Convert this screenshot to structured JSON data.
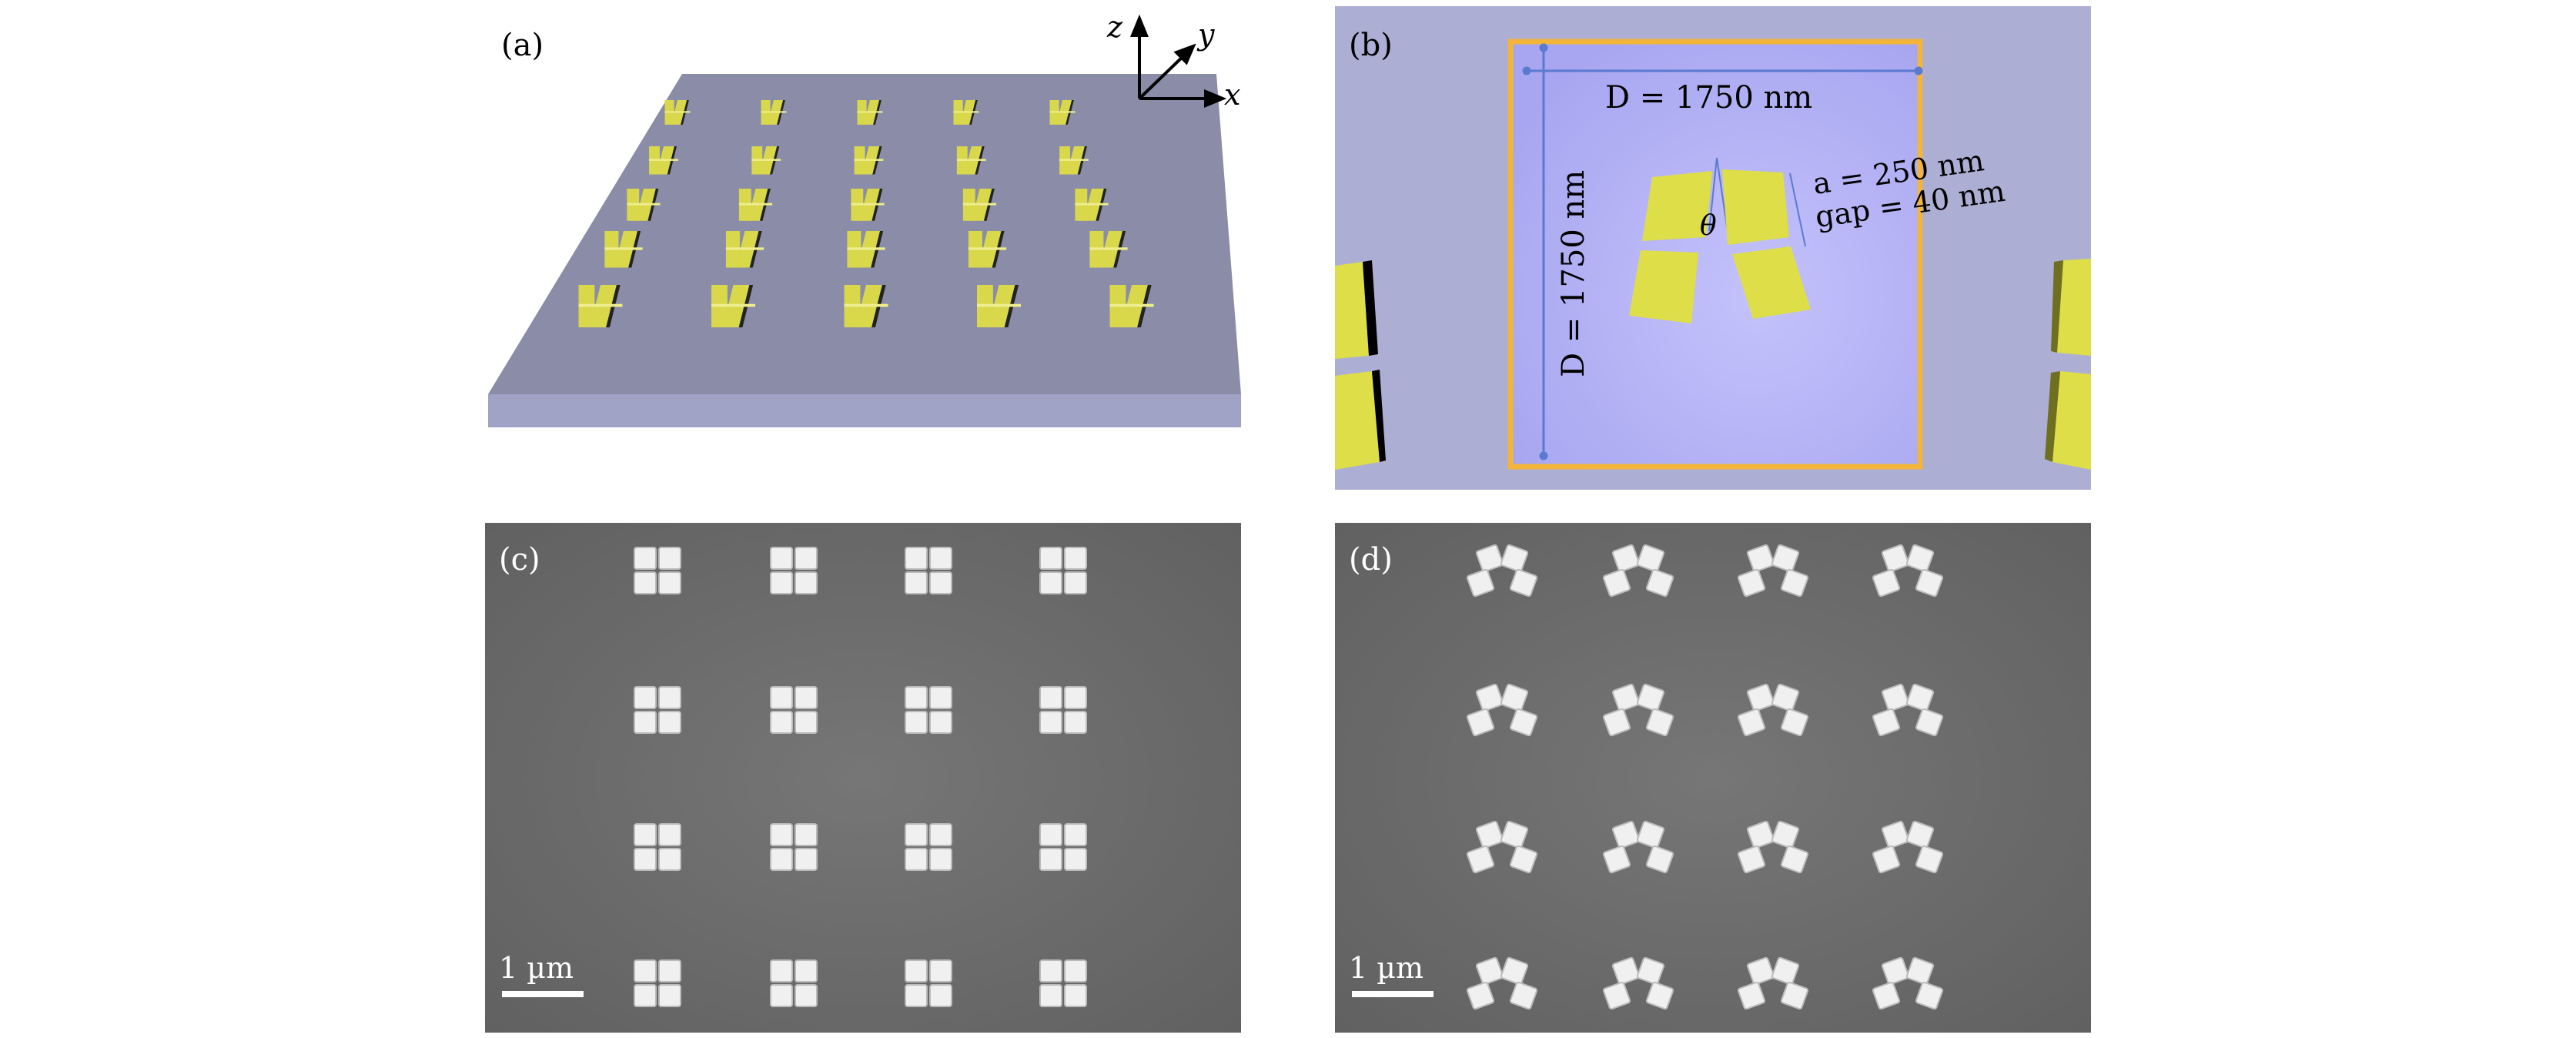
{
  "panels": {
    "a": {
      "label": "(a)",
      "axes": {
        "x": "x",
        "y": "y",
        "z": "z"
      }
    },
    "b": {
      "label": "(b)",
      "width_label": "D = 1750 nm",
      "height_label": "D = 1750 nm",
      "side_label": "a = 250 nm",
      "gap_label": "gap = 40 nm",
      "angle_label": "θ"
    },
    "c": {
      "label": "(c)",
      "scale_bar": "1 µm"
    },
    "d": {
      "label": "(d)",
      "scale_bar": "1 µm"
    }
  },
  "colors": {
    "substrate": "#8a8caa",
    "unit_cell": "#b4b4f5",
    "gold": "#dede48",
    "frame": "#f2b53a",
    "sem": "#6b6b6b"
  }
}
